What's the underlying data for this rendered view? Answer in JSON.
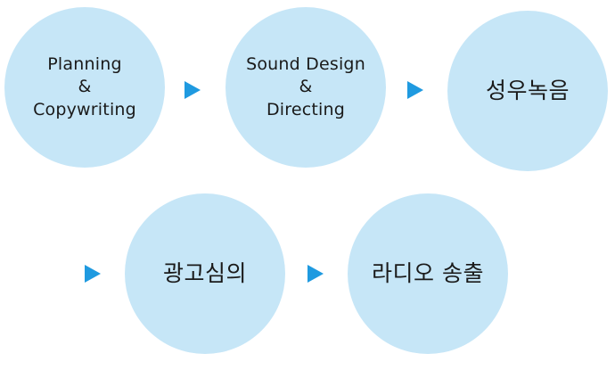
{
  "diagram": {
    "colors": {
      "circle_fill": "#c6e6f7",
      "arrow": "#1f9ae0",
      "text": "#1a1a1a"
    },
    "steps": [
      {
        "label": "Planning\n&\nCopywriting"
      },
      {
        "label": "Sound Design\n&\nDirecting"
      },
      {
        "label": "성우녹음"
      },
      {
        "label": "광고심의"
      },
      {
        "label": "라디오 송출"
      }
    ],
    "arrow_icon": "triangle-right-icon"
  }
}
